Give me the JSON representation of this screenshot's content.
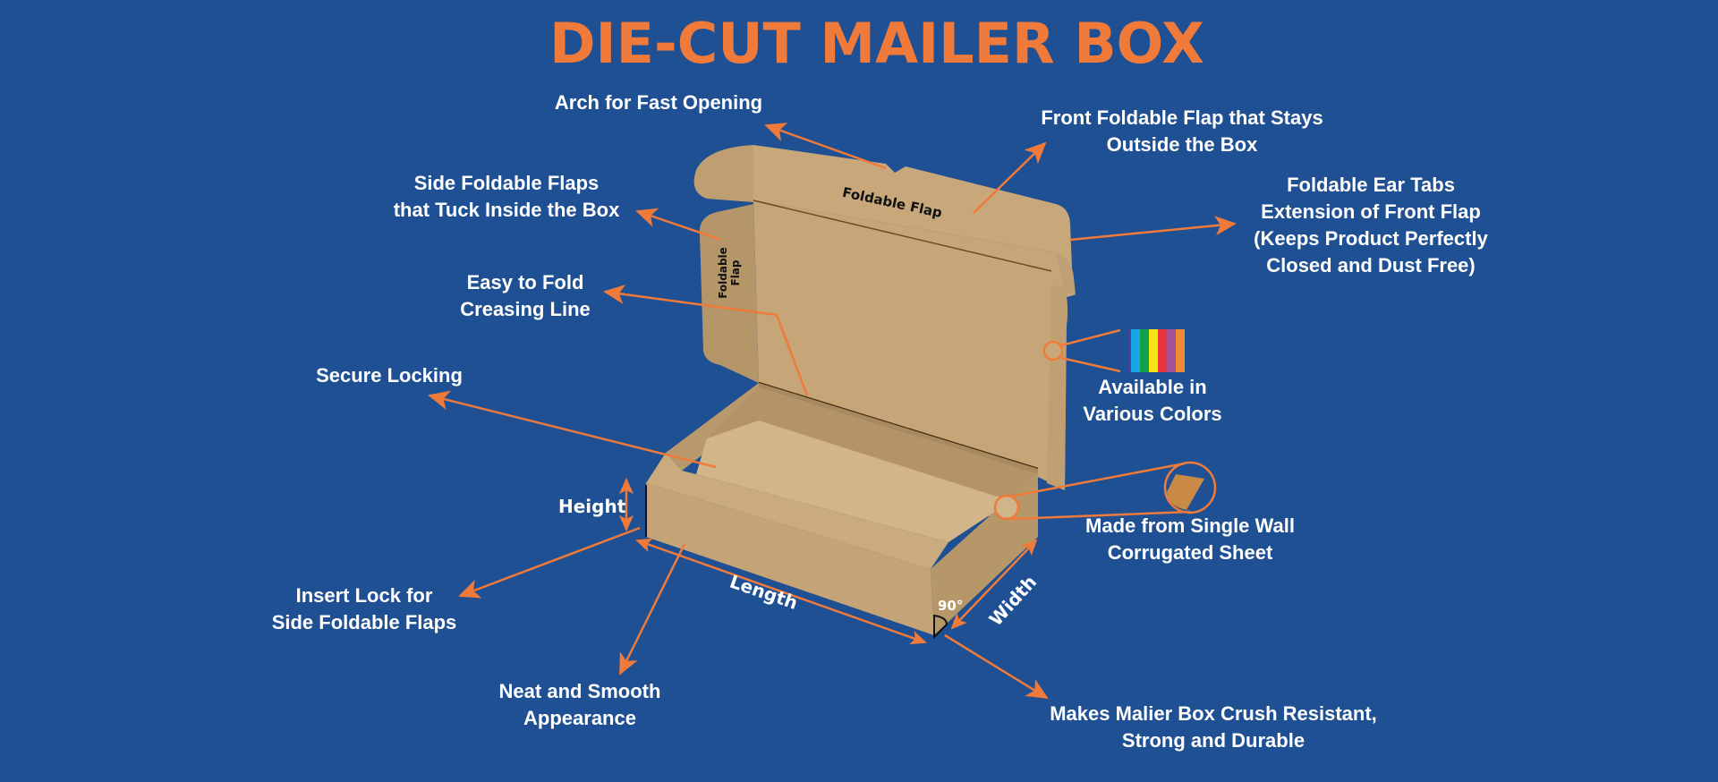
{
  "title": "DIE-CUT MAILER BOX",
  "colors": {
    "background": "#1f5093",
    "accent": "#f07a3a",
    "kraft": "#c4a47a",
    "text": "#ffffff"
  },
  "box_labels": {
    "top_flap": "Foldable Flap",
    "side_flap_line1": "Foldable",
    "side_flap_line2": "Flap"
  },
  "dimensions": {
    "height": "Height",
    "length": "Length",
    "width": "Width",
    "angle": "90°"
  },
  "callouts": {
    "arch": {
      "line1": "Arch for Fast Opening"
    },
    "side_flaps": {
      "line1": "Side Foldable Flaps",
      "line2": "that Tuck Inside the Box"
    },
    "creasing": {
      "line1": "Easy to Fold",
      "line2": "Creasing Line"
    },
    "secure": {
      "line1": "Secure Locking"
    },
    "insert_lock": {
      "line1": "Insert Lock for",
      "line2": "Side Foldable Flaps"
    },
    "neat": {
      "line1": "Neat and Smooth",
      "line2": "Appearance"
    },
    "front_flap": {
      "line1": "Front Foldable Flap that Stays",
      "line2": "Outside the Box"
    },
    "ear_tabs": {
      "line1": "Foldable Ear Tabs",
      "line2": "Extension of Front Flap",
      "line3": "(Keeps Product Perfectly",
      "line4": "Closed and Dust Free)"
    },
    "colors": {
      "line1": "Available in",
      "line2": "Various Colors"
    },
    "single_wall": {
      "line1": "Made from Single Wall",
      "line2": "Corrugated Sheet"
    },
    "crush": {
      "line1": "Makes Malier Box Crush Resistant,",
      "line2": "Strong and Durable"
    }
  },
  "color_swatches": [
    "#5a3d97",
    "#1aa6e6",
    "#12a14b",
    "#f7e413",
    "#e8343b",
    "#a6509a",
    "#f08a33"
  ]
}
